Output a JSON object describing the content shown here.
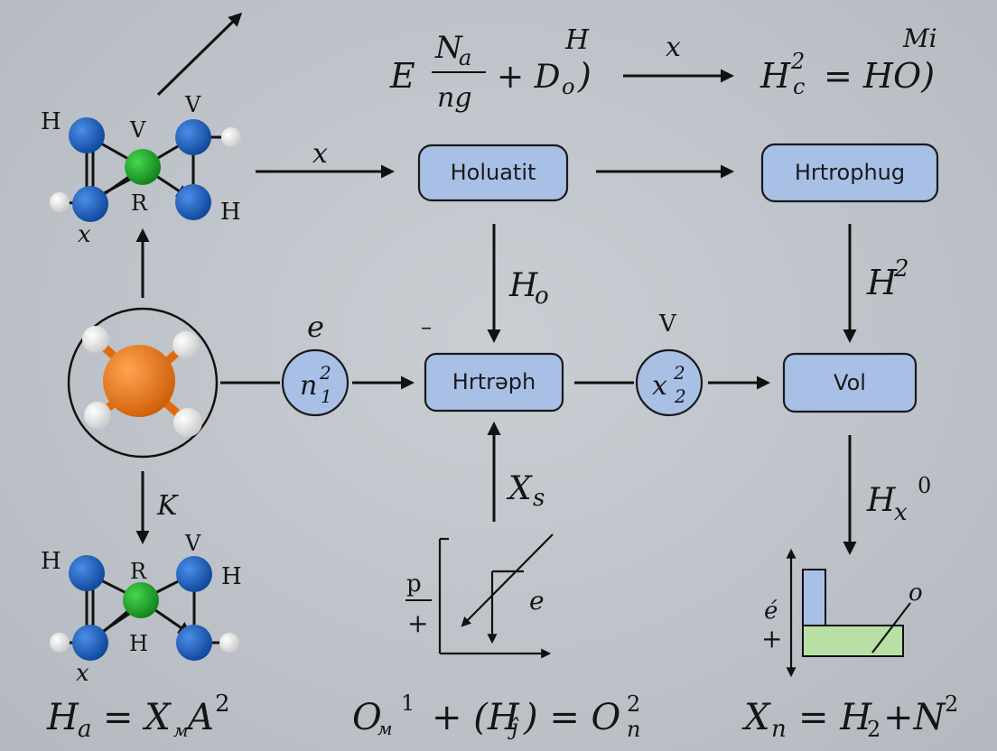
{
  "equations": {
    "top_left": "E",
    "top_frac_num": "N",
    "top_frac_num_sub": "a",
    "top_frac_den": "ng",
    "top_plus": "+ D",
    "top_plus_sub": "o",
    "top_paren": ")",
    "top_sup_h": "H",
    "top_arrow_label": "x",
    "top_right": "H",
    "top_right_sup": "2",
    "top_right_sub": "c",
    "top_right_rest": "= HO)",
    "top_right_sup_mi": "Mi",
    "bottom_left": "H",
    "bottom_left_sub": "a",
    "bottom_left_rest": "= X",
    "bottom_left_sub2": "м",
    "bottom_left_A": "A",
    "bottom_left_sup": "2",
    "bottom_mid_O": "O",
    "bottom_mid_sub": "м",
    "bottom_mid_sup": "1",
    "bottom_mid_rest": "+ (H",
    "bottom_mid_sub2": "ĵ",
    "bottom_mid_rest2": ") = O",
    "bottom_mid_sup2": "2",
    "bottom_mid_sub3": "n",
    "bottom_right": "X",
    "bottom_right_sub": "n",
    "bottom_right_rest": "= H",
    "bottom_right_sub2": "2",
    "bottom_right_rest2": "+N",
    "bottom_right_sup": "2"
  },
  "boxes": {
    "holuatit": "Holuatit",
    "hrtrophug": "Hrtrophug",
    "hrtraph": "Hrtrəph",
    "vol": "Vol"
  },
  "circles": {
    "n_main": "n",
    "n_sup": "2",
    "n_sub": "1",
    "x_main": "x",
    "x_sup": "2",
    "x_sub": "2"
  },
  "labels": {
    "x_arrow": "x",
    "ho_main": "H",
    "ho_sub": "o",
    "h2_main": "H",
    "h2_sup": "2",
    "e_label": "e",
    "v_label": "V",
    "dash_label": "–",
    "xs_main": "X",
    "xs_sub": "s",
    "hx_main": "H",
    "hx_sub": "x",
    "hx_sup": "0",
    "k_label": "K"
  },
  "molecule_top": {
    "H1": "H",
    "V1": "V",
    "V2": "V",
    "R": "R",
    "H2": "H",
    "x": "x"
  },
  "molecule_bottom": {
    "H1": "H",
    "R": "R",
    "V": "V",
    "H2": "H",
    "H3": "H",
    "x": "x"
  },
  "plot_left": {
    "p": "p",
    "plus": "+",
    "e": "e"
  },
  "plot_right": {
    "e": "é",
    "plus": "+",
    "o": "o"
  },
  "colors": {
    "background": "#bcc2c8",
    "box_fill": "#a9c0e6",
    "atom_blue": "#1c5fb8",
    "atom_green": "#1faa2a",
    "atom_orange": "#f07a1c",
    "atom_white": "#f2f2f2",
    "bar_blue": "#a9c0e6",
    "bar_green": "#b8e0a4"
  }
}
